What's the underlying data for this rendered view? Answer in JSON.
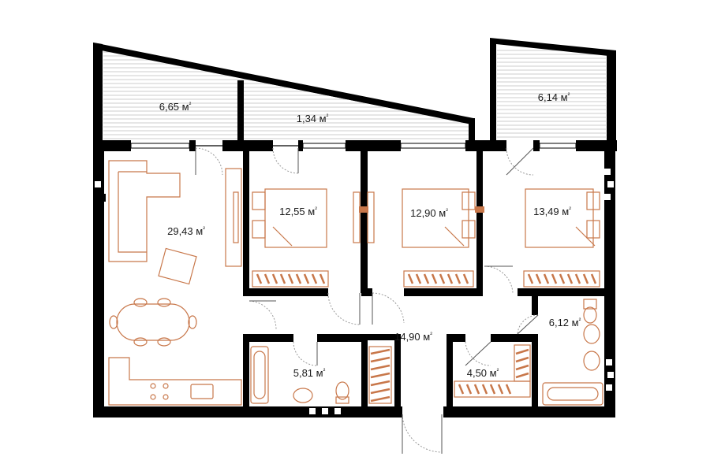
{
  "plan": {
    "unit": "м",
    "unit_exp": "²",
    "rooms": [
      {
        "id": "balcony-left",
        "area": "6,65"
      },
      {
        "id": "balcony-middle",
        "area": "1,34"
      },
      {
        "id": "balcony-right",
        "area": "6,14"
      },
      {
        "id": "living-kitchen",
        "area": "29,43"
      },
      {
        "id": "bedroom-1",
        "area": "12,55"
      },
      {
        "id": "bedroom-2",
        "area": "12,90"
      },
      {
        "id": "bedroom-3",
        "area": "13,49"
      },
      {
        "id": "hallway",
        "area": "14,90"
      },
      {
        "id": "bathroom-1",
        "area": "5,81"
      },
      {
        "id": "wardrobe",
        "area": "4,50"
      },
      {
        "id": "bathroom-2",
        "area": "6,12"
      }
    ]
  },
  "colors": {
    "wall": "#000000",
    "furniture": "#c8774a",
    "background": "#ffffff"
  }
}
